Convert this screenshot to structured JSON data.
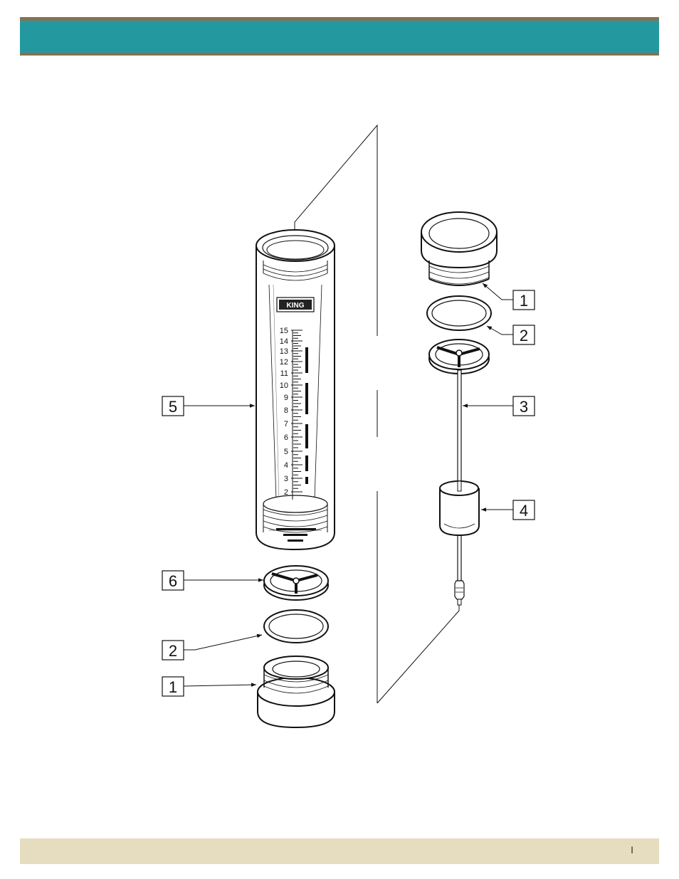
{
  "footer": {
    "page_marker": "I"
  },
  "diagram": {
    "brand": "KING",
    "scale_numbers": [
      "15",
      "14",
      "13",
      "12",
      "11",
      "10",
      "9",
      "8",
      "7",
      "6",
      "5",
      "4",
      "3",
      "2"
    ],
    "callouts": [
      {
        "id": "left-5",
        "number": "5"
      },
      {
        "id": "left-6",
        "number": "6"
      },
      {
        "id": "left-2",
        "number": "2"
      },
      {
        "id": "left-1",
        "number": "1"
      },
      {
        "id": "right-1",
        "number": "1"
      },
      {
        "id": "right-2",
        "number": "2"
      },
      {
        "id": "right-3",
        "number": "3"
      },
      {
        "id": "right-4",
        "number": "4"
      }
    ]
  },
  "colors": {
    "header": "#23999f",
    "header_border": "#8a7052",
    "footer": "#e6dcbf"
  }
}
